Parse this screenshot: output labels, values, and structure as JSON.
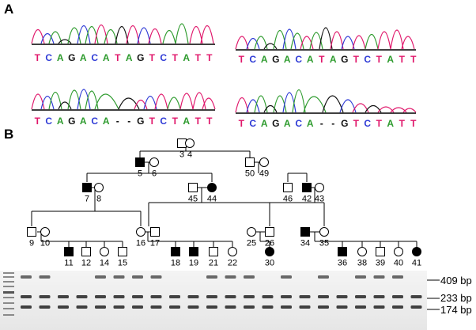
{
  "panels": {
    "a": "A",
    "b": "B"
  },
  "colors": {
    "A": "#2e9b2e",
    "C": "#2f3bd6",
    "G": "#111111",
    "T": "#e0176b"
  },
  "chromatograms": [
    {
      "id": "top-left",
      "bases": [
        "T",
        "C",
        "A",
        "G",
        "A",
        "C",
        "A",
        "T",
        "A",
        "G",
        "T",
        "C",
        "T",
        "A",
        "T",
        "T"
      ]
    },
    {
      "id": "top-right",
      "bases": [
        "T",
        "C",
        "A",
        "G",
        "A",
        "C",
        "A",
        "T",
        "A",
        "G",
        "T",
        "C",
        "T",
        "A",
        "T",
        "T"
      ]
    },
    {
      "id": "bottom-left",
      "bases": [
        "T",
        "C",
        "A",
        "G",
        "A",
        "C",
        "A",
        "-",
        "-",
        "G",
        "T",
        "C",
        "T",
        "A",
        "T",
        "T"
      ]
    },
    {
      "id": "bottom-right",
      "bases": [
        "T",
        "C",
        "A",
        "G",
        "A",
        "C",
        "A",
        "-",
        "-",
        "G",
        "T",
        "C",
        "T",
        "A",
        "T",
        "T"
      ]
    }
  ],
  "pedigree": {
    "individuals": [
      {
        "id": "3",
        "sex": "male",
        "affected": false
      },
      {
        "id": "4",
        "sex": "female",
        "affected": false
      },
      {
        "id": "5",
        "sex": "male",
        "affected": true
      },
      {
        "id": "6",
        "sex": "female",
        "affected": false
      },
      {
        "id": "50",
        "sex": "male",
        "affected": false
      },
      {
        "id": "49",
        "sex": "female",
        "affected": false
      },
      {
        "id": "7",
        "sex": "male",
        "affected": true
      },
      {
        "id": "8",
        "sex": "female",
        "affected": false
      },
      {
        "id": "45",
        "sex": "male",
        "affected": false
      },
      {
        "id": "44",
        "sex": "female",
        "affected": true
      },
      {
        "id": "46",
        "sex": "male",
        "affected": false
      },
      {
        "id": "42",
        "sex": "male",
        "affected": true
      },
      {
        "id": "43",
        "sex": "female",
        "affected": false
      },
      {
        "id": "9",
        "sex": "male",
        "affected": false
      },
      {
        "id": "10",
        "sex": "female",
        "affected": false
      },
      {
        "id": "16",
        "sex": "female",
        "affected": false
      },
      {
        "id": "17",
        "sex": "male",
        "affected": false
      },
      {
        "id": "25",
        "sex": "female",
        "affected": false
      },
      {
        "id": "26",
        "sex": "male",
        "affected": false
      },
      {
        "id": "34",
        "sex": "male",
        "affected": true
      },
      {
        "id": "35",
        "sex": "female",
        "affected": false
      },
      {
        "id": "11",
        "sex": "male",
        "affected": true
      },
      {
        "id": "12",
        "sex": "male",
        "affected": false
      },
      {
        "id": "14",
        "sex": "female",
        "affected": false
      },
      {
        "id": "15",
        "sex": "male",
        "affected": false
      },
      {
        "id": "18",
        "sex": "male",
        "affected": true
      },
      {
        "id": "19",
        "sex": "male",
        "affected": true
      },
      {
        "id": "21",
        "sex": "male",
        "affected": false
      },
      {
        "id": "22",
        "sex": "female",
        "affected": false
      },
      {
        "id": "30",
        "sex": "female",
        "affected": true
      },
      {
        "id": "36",
        "sex": "male",
        "affected": true
      },
      {
        "id": "38",
        "sex": "female",
        "affected": false
      },
      {
        "id": "39",
        "sex": "male",
        "affected": false
      },
      {
        "id": "40",
        "sex": "female",
        "affected": false
      },
      {
        "id": "41",
        "sex": "female",
        "affected": true
      }
    ]
  },
  "gel": {
    "bands": {
      "b409": "409 bp",
      "b233": "233 bp",
      "b174": "174 bp"
    }
  }
}
